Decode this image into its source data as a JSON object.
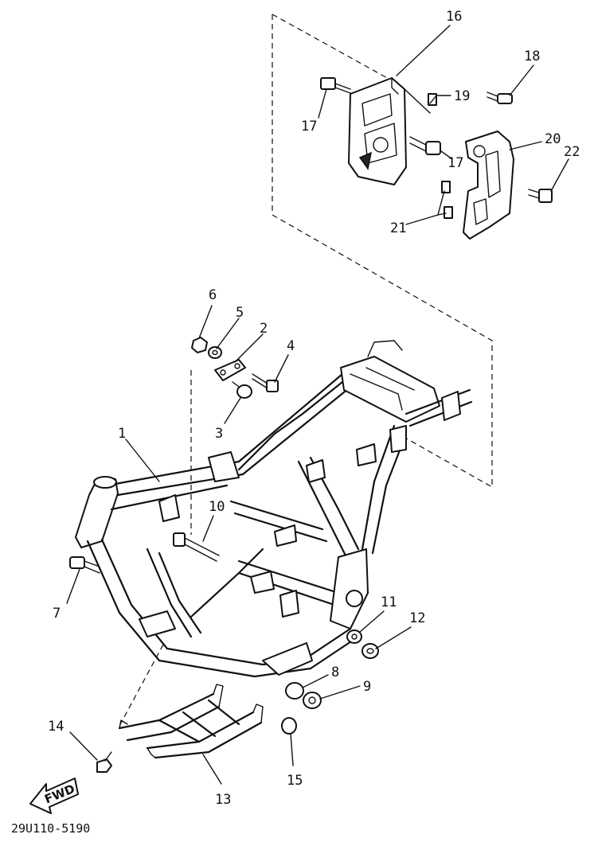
{
  "diagram": {
    "callouts": [
      {
        "id": "c1",
        "text": "1"
      },
      {
        "id": "c2",
        "text": "2"
      },
      {
        "id": "c3",
        "text": "3"
      },
      {
        "id": "c4",
        "text": "4"
      },
      {
        "id": "c5",
        "text": "5"
      },
      {
        "id": "c6",
        "text": "6"
      },
      {
        "id": "c7",
        "text": "7"
      },
      {
        "id": "c8",
        "text": "8"
      },
      {
        "id": "c9",
        "text": "9"
      },
      {
        "id": "c10",
        "text": "10"
      },
      {
        "id": "c11",
        "text": "11"
      },
      {
        "id": "c12",
        "text": "12"
      },
      {
        "id": "c13",
        "text": "13"
      },
      {
        "id": "c14",
        "text": "14"
      },
      {
        "id": "c15",
        "text": "15"
      },
      {
        "id": "c16",
        "text": "16"
      },
      {
        "id": "c17a",
        "text": "17"
      },
      {
        "id": "c17b",
        "text": "17"
      },
      {
        "id": "c18",
        "text": "18"
      },
      {
        "id": "c19",
        "text": "19"
      },
      {
        "id": "c20",
        "text": "20"
      },
      {
        "id": "c21",
        "text": "21"
      },
      {
        "id": "c22",
        "text": "22"
      }
    ],
    "fwd_label": "FWD",
    "drawing_code": "29U110-5190"
  }
}
